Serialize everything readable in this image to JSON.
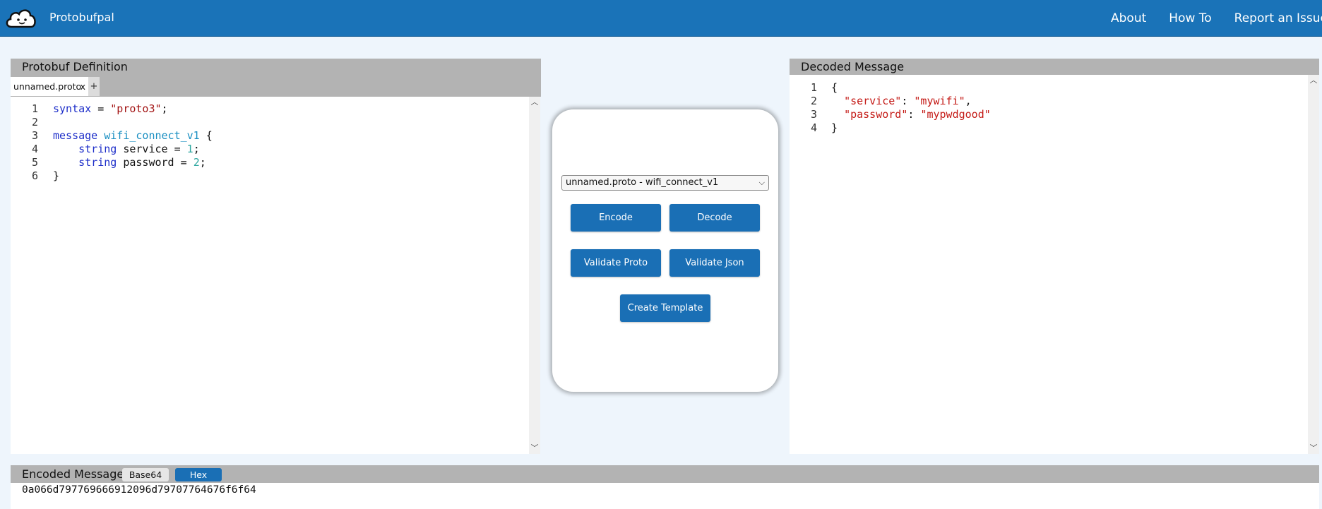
{
  "navbar": {
    "brand": "Protobufpal",
    "links": [
      "About",
      "How To",
      "Report an Issue"
    ]
  },
  "proto_panel": {
    "title": "Protobuf Definition",
    "tab_name": "unnamed.proto",
    "tab_close": "x",
    "tab_add": "+",
    "lines": [
      {
        "n": "1",
        "tokens": [
          [
            "kw",
            "syntax"
          ],
          [
            "plain",
            " = "
          ],
          [
            "str",
            "\"proto3\""
          ],
          [
            "plain",
            ";"
          ]
        ]
      },
      {
        "n": "2",
        "tokens": []
      },
      {
        "n": "3",
        "tokens": [
          [
            "kw",
            "message"
          ],
          [
            "plain",
            " "
          ],
          [
            "type",
            "wifi_connect_v1"
          ],
          [
            "plain",
            " {"
          ]
        ]
      },
      {
        "n": "4",
        "tokens": [
          [
            "plain",
            "    "
          ],
          [
            "kw",
            "string"
          ],
          [
            "plain",
            " service = "
          ],
          [
            "num",
            "1"
          ],
          [
            "plain",
            ";"
          ]
        ]
      },
      {
        "n": "5",
        "tokens": [
          [
            "plain",
            "    "
          ],
          [
            "kw",
            "string"
          ],
          [
            "plain",
            " password = "
          ],
          [
            "num",
            "2"
          ],
          [
            "plain",
            ";"
          ]
        ]
      },
      {
        "n": "6",
        "tokens": [
          [
            "plain",
            "}"
          ]
        ]
      }
    ]
  },
  "controls": {
    "message_select": "unnamed.proto - wifi_connect_v1",
    "encode": "Encode",
    "decode": "Decode",
    "validate_proto": "Validate Proto",
    "validate_json": "Validate Json",
    "create_template": "Create Template"
  },
  "decoded_panel": {
    "title": "Decoded Message",
    "lines": [
      {
        "n": "1",
        "tokens": [
          [
            "plain",
            "{"
          ]
        ]
      },
      {
        "n": "2",
        "tokens": [
          [
            "plain",
            "  "
          ],
          [
            "jkey",
            "\"service\""
          ],
          [
            "plain",
            ": "
          ],
          [
            "jstr",
            "\"mywifi\""
          ],
          [
            "plain",
            ","
          ]
        ]
      },
      {
        "n": "3",
        "tokens": [
          [
            "plain",
            "  "
          ],
          [
            "jkey",
            "\"password\""
          ],
          [
            "plain",
            ": "
          ],
          [
            "jstr",
            "\"mypwdgood\""
          ]
        ]
      },
      {
        "n": "4",
        "tokens": [
          [
            "plain",
            "}"
          ]
        ]
      }
    ]
  },
  "encoded_panel": {
    "title": "Encoded Message",
    "base64_label": "Base64",
    "hex_label": "Hex",
    "value": "0a066d797769666912096d79707764676f6f64"
  },
  "colors": {
    "navbar": "#1a73b8",
    "button": "#1a6fb5",
    "panel_header": "#b3b3b3",
    "background": "#eef5fc"
  }
}
